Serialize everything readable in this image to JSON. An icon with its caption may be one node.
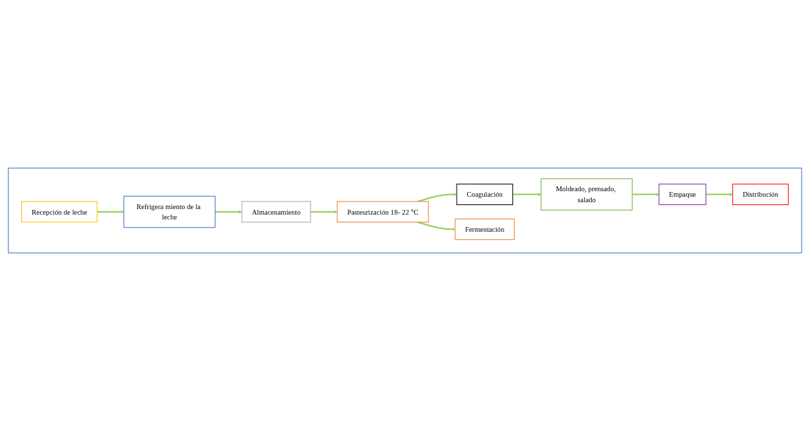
{
  "diagram": {
    "nodes": [
      {
        "text": [],
        "shape": "box"
      },
      {
        "text": [
          "Recepción de leche"
        ],
        "in": 0
      },
      {
        "text": [
          "Refrigera miento de la leche"
        ],
        "in": 0
      },
      {
        "text": [
          "Almacenamiento"
        ],
        "in": 0
      },
      {
        "text": [
          "Moldeado, prensado, salado"
        ],
        "in": 0
      },
      {
        "text": [
          "Coagulación"
        ],
        "in": 0
      },
      {
        "text": [
          "Pasteurización 18- 22 °C"
        ],
        "in": 0
      },
      {
        "text": [
          "Fermentación"
        ],
        "in": 0
      },
      {
        "text": [
          "Empaque"
        ],
        "in": 0
      },
      {
        "text": [
          "Distribución"
        ],
        "in": 0
      }
    ],
    "edges": [
      {
        "from": 1,
        "to": 2,
        "arrow": "to"
      },
      {
        "from": 2,
        "to": 3,
        "arrow": "to"
      },
      {
        "from": 3,
        "to": 6,
        "arrow": "to"
      },
      {
        "from": 6,
        "to": 5,
        "arrow": "to"
      },
      {
        "from": 6,
        "to": 7,
        "arrow": "to"
      },
      {
        "from": 5,
        "to": 4,
        "arrow": "to"
      },
      {
        "from": 4,
        "to": 8,
        "arrow": "to"
      },
      {
        "from": 8,
        "to": 9,
        "arrow": "to"
      }
    ]
  }
}
